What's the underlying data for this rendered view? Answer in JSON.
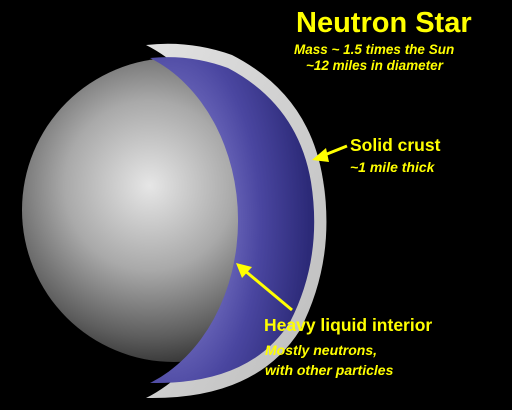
{
  "title": "Neutron Star",
  "mass_text": "Mass ~ 1.5 times the Sun",
  "diameter_text": "~12 miles in diameter",
  "crust": {
    "label": "Solid crust",
    "detail": "~1 mile thick"
  },
  "interior": {
    "label": "Heavy liquid interior",
    "detail_line1": "Mostly neutrons,",
    "detail_line2": "with other particles"
  },
  "colors": {
    "background": "#000000",
    "text_accent": "#ffff00",
    "crust_gray": "#cfcfcf",
    "interior_highlight": "#ffffff",
    "interior_mid": "#6a66b8",
    "interior_dark": "#2a2a72",
    "sphere_light": "#d8d8d8",
    "sphere_dark": "#3a3a3a"
  }
}
